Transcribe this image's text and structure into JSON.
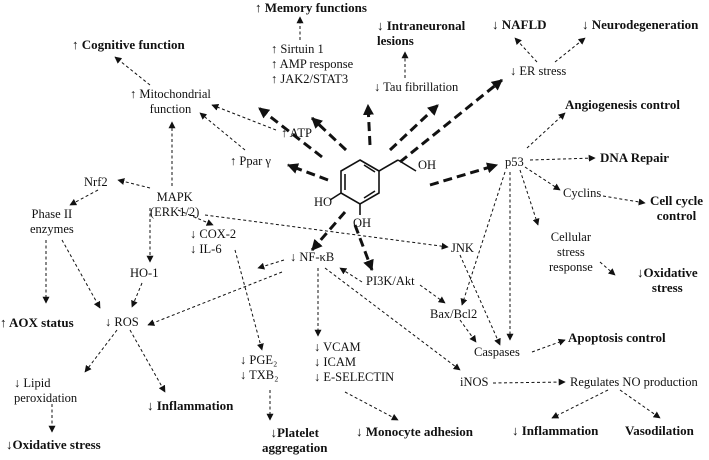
{
  "styles": {
    "ink": "#111111",
    "background": "#ffffff",
    "arrow_style": "dashed"
  },
  "nodes": {
    "memory": {
      "lines": [
        "↑ Memory functions"
      ]
    },
    "sirtuin": {
      "lines": [
        "↑ Sirtuin 1",
        "↑ AMP response",
        "↑ JAK2/STAT3"
      ]
    },
    "intraneuronal": {
      "lines": [
        "↓ Intraneuronal",
        "lesions"
      ]
    },
    "tau": {
      "lines": [
        "↓ Tau fibrillation"
      ]
    },
    "nafld": {
      "lines": [
        "↓ NAFLD"
      ]
    },
    "neurodeg": {
      "lines": [
        "↓ Neurodegeneration"
      ]
    },
    "er_stress": {
      "lines": [
        "↓ ER stress"
      ]
    },
    "cognitive": {
      "lines": [
        "↑ Cognitive function"
      ]
    },
    "mito": {
      "lines": [
        "↑ Mitochondrial",
        "function"
      ]
    },
    "atp": {
      "lines": [
        "↑ ATP"
      ]
    },
    "ppar": {
      "lines": [
        "↑ Ppar γ"
      ]
    },
    "angio": {
      "lines": [
        "Angiogenesis control"
      ]
    },
    "p53": {
      "lines": [
        "p53"
      ]
    },
    "dna": {
      "lines": [
        "DNA Repair"
      ]
    },
    "nrf2": {
      "lines": [
        "Nrf2"
      ]
    },
    "mapk": {
      "lines": [
        "MAPK",
        "(ERK1/2)"
      ]
    },
    "cyclins": {
      "lines": [
        "Cyclins"
      ]
    },
    "cellcycle": {
      "lines": [
        "Cell cycle",
        "control"
      ]
    },
    "phase2": {
      "lines": [
        "Phase II",
        "enzymes"
      ]
    },
    "cellstress": {
      "lines": [
        "Cellular",
        "stress",
        "response"
      ]
    },
    "oxstress_r": {
      "lines": [
        "↓Oxidative",
        "stress"
      ]
    },
    "cox2": {
      "lines": [
        "↓ COX-2",
        "↓ IL-6"
      ]
    },
    "jnk": {
      "lines": [
        "JNK"
      ]
    },
    "ho1": {
      "lines": [
        "HO-1"
      ]
    },
    "nfkb": {
      "lines": [
        "↓ NF-κB"
      ]
    },
    "pi3k": {
      "lines": [
        "PI3K/Akt"
      ]
    },
    "aox": {
      "lines": [
        "↑ AOX status"
      ]
    },
    "ros": {
      "lines": [
        "↓ ROS"
      ]
    },
    "bax": {
      "lines": [
        "Bax/Bcl2"
      ]
    },
    "caspases": {
      "lines": [
        "Caspases"
      ]
    },
    "apoptosis": {
      "lines": [
        "Apoptosis control"
      ]
    },
    "pge2": {
      "lines": [
        "↓ PGE₂",
        "↓ TXB₂"
      ]
    },
    "vcam": {
      "lines": [
        "↓ VCAM",
        "↓ ICAM",
        "↓ E-SELECTIN"
      ]
    },
    "lipid": {
      "lines": [
        "↓ Lipid",
        "peroxidation"
      ]
    },
    "inflam_l": {
      "lines": [
        "↓ Inflammation"
      ]
    },
    "inos": {
      "lines": [
        "iNOS"
      ]
    },
    "regno": {
      "lines": [
        "Regulates NO production"
      ]
    },
    "oxstress_l": {
      "lines": [
        "↓Oxidative stress"
      ]
    },
    "platelet": {
      "lines": [
        "↓Platelet",
        "aggregation"
      ]
    },
    "monocyte": {
      "lines": [
        "↓ Monocyte adhesion"
      ]
    },
    "inflam_r": {
      "lines": [
        "↓ Inflammation"
      ]
    },
    "vaso": {
      "lines": [
        "Vasodilation"
      ]
    }
  },
  "molecule": {
    "atom_labels": [
      "OH",
      "HO",
      "OH"
    ]
  }
}
